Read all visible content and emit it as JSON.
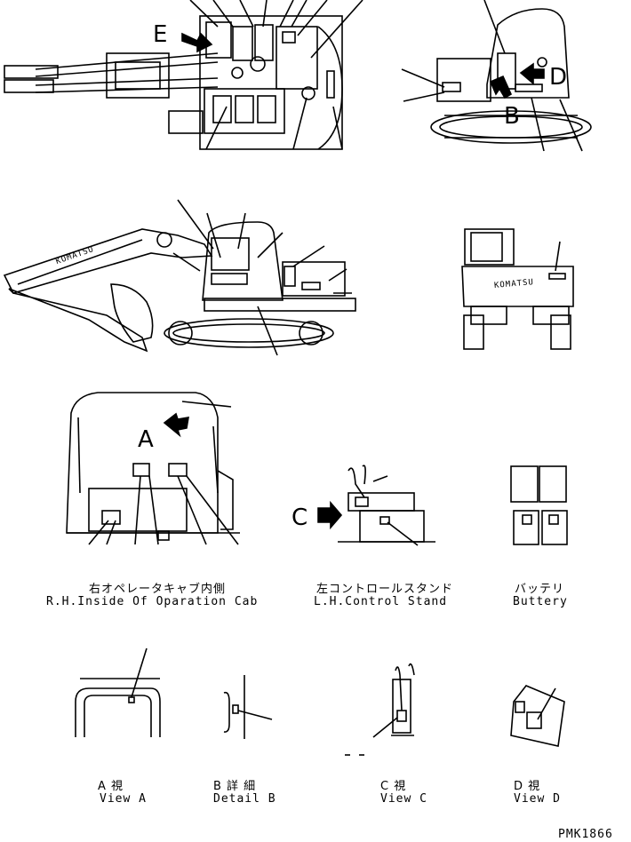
{
  "letters": {
    "e": "E",
    "d": "D",
    "b": "B",
    "a": "A",
    "c": "C"
  },
  "captions": {
    "cab_jp": "右オペレータキャブ内側",
    "cab_en": "R.H.Inside Of Oparation Cab",
    "stand_jp": "左コントロールスタンド",
    "stand_en": "L.H.Control Stand",
    "battery_jp": "バッテリ",
    "battery_en": "Buttery",
    "view_a_jp": "A 視",
    "view_a_en": "View A",
    "detail_b_jp": "B 詳 細",
    "detail_b_en": "Detail B",
    "view_c_jp": "C 視",
    "view_c_en": "View C",
    "view_d_jp": "D 視",
    "view_d_en": "View D"
  },
  "brand": "KOMATSU",
  "drawing_number": "PMK1866"
}
